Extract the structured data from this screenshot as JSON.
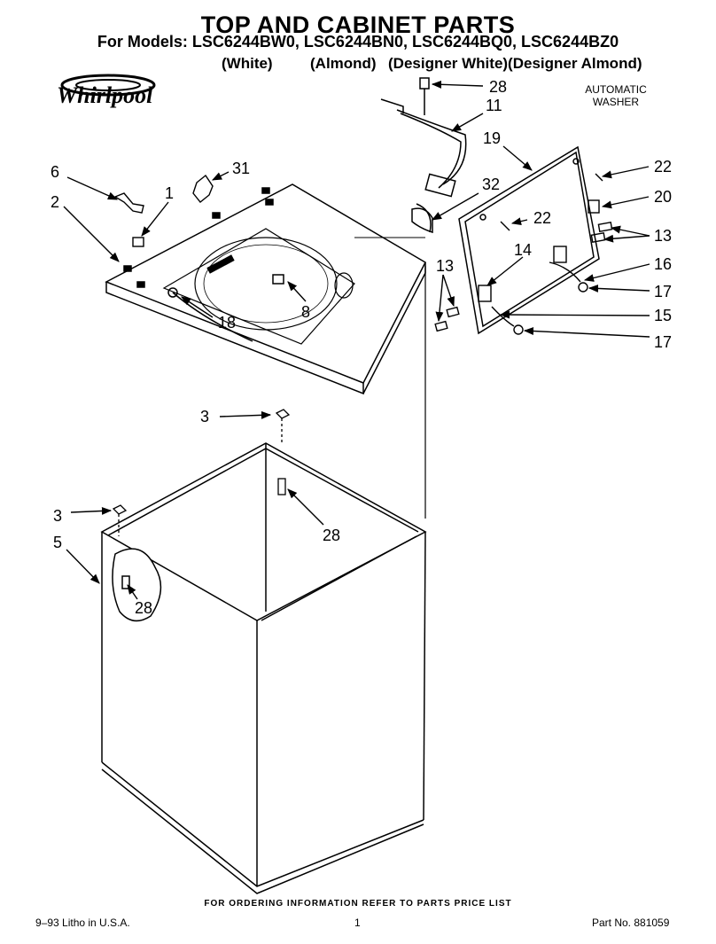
{
  "header": {
    "title": "TOP AND CABINET PARTS",
    "models": "For Models: LSC6244BW0, LSC6244BN0, LSC6244BQ0, LSC6244BZ0",
    "variants": [
      "(White)",
      "(Almond)",
      "(Designer White)(Designer Almond)"
    ]
  },
  "brand": {
    "logo_text": "Whirlpool"
  },
  "product": {
    "line1": "AUTOMATIC",
    "line2": "WASHER"
  },
  "callouts": {
    "c28a": "28",
    "c11": "11",
    "c19": "19",
    "c22a": "22",
    "c20": "20",
    "c13a": "13",
    "c16": "16",
    "c17a": "17",
    "c15": "15",
    "c17b": "17",
    "c14": "14",
    "c13b": "13",
    "c22b": "22",
    "c32": "32",
    "c31": "31",
    "c6": "6",
    "c1": "1",
    "c2": "2",
    "c8": "8",
    "c18": "18",
    "c3a": "3",
    "c28b": "28",
    "c3b": "3",
    "c5": "5",
    "c28c": "28"
  },
  "footer": {
    "order_note": "FOR ORDERING INFORMATION REFER TO PARTS PRICE LIST",
    "litho": "9–93 Litho in U.S.A.",
    "page": "1",
    "part_no": "Part No. 881059"
  }
}
